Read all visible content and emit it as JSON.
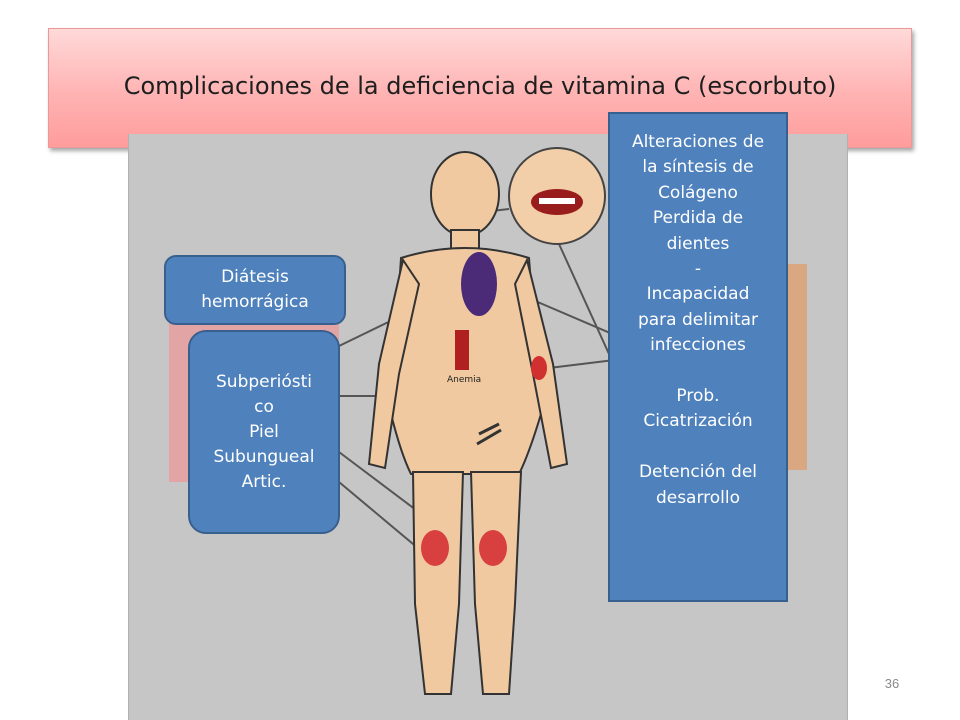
{
  "slide": {
    "title": "Complicaciones de la deficiencia de vitamina C (escorbuto)",
    "page_number": "36"
  },
  "callouts": {
    "diatesis": "Diátesis\nhemorrágica",
    "subperiostico": "Subperiósti\nco\nPiel\nSubungueal\nArtic.",
    "right_panel": "Alteraciones de\nla síntesis de\nColágeno\nPerdida de\ndientes\n-\nIncapacidad\npara delimitar\ninfecciones\n\nProb.\nCicatrización\n\nDetención del\ndesarrollo"
  },
  "illustration_labels": {
    "anemia": "Anemia"
  },
  "colors": {
    "title_fill": "#ffb3b3",
    "callout_fill": "#4f81bd",
    "illustration_bg": "#c6c6c6",
    "body_skin": "#f0c9a0"
  }
}
